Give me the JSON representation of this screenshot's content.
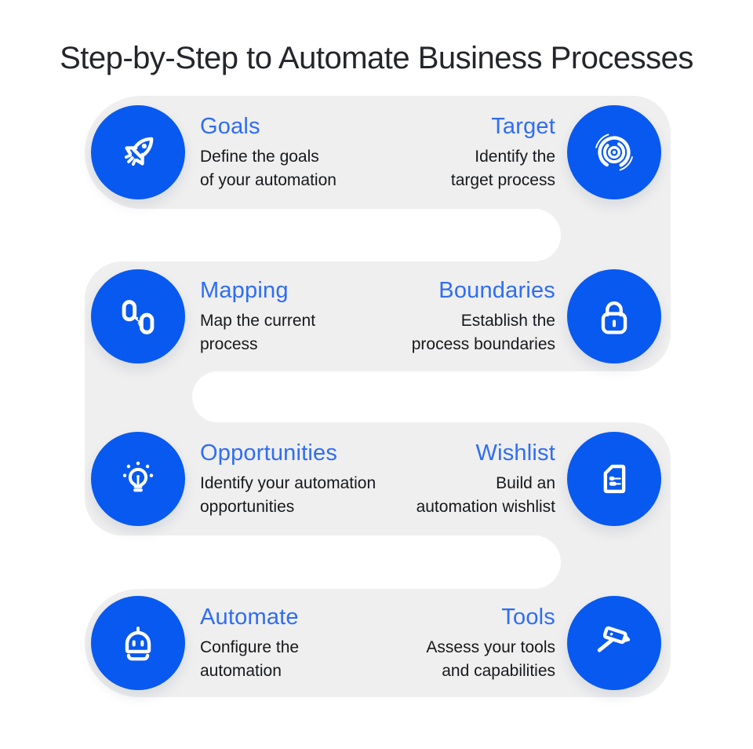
{
  "page": {
    "title": "Step-by-Step to Automate Business Processes"
  },
  "colors": {
    "badge_blue": "#0859EF",
    "step_title_blue": "#2F6DF2",
    "track_gray": "#EFEFEF",
    "body_text": "#17181B",
    "main_title_text": "#24262B"
  },
  "steps": [
    {
      "name": "Goals",
      "desc1": "Define the goals",
      "desc2": "of your automation",
      "icon": "rocket-icon"
    },
    {
      "name": "Target",
      "desc1": "Identify the",
      "desc2": "target process",
      "icon": "target-icon"
    },
    {
      "name": "Mapping",
      "desc1": "Map the current",
      "desc2": "process",
      "icon": "link-nodes-icon"
    },
    {
      "name": "Boundaries",
      "desc1": "Establish the",
      "desc2": "process boundaries",
      "icon": "padlock-icon"
    },
    {
      "name": "Opportunities",
      "desc1": "Identify your automation",
      "desc2": "opportunities",
      "icon": "lightbulb-icon"
    },
    {
      "name": "Wishlist",
      "desc1": "Build an",
      "desc2": "automation wishlist",
      "icon": "checklist-document-icon"
    },
    {
      "name": "Automate",
      "desc1": "Configure the",
      "desc2": "automation",
      "icon": "robot-icon"
    },
    {
      "name": "Tools",
      "desc1": "Assess your tools",
      "desc2": "and capabilities",
      "icon": "hammer-icon"
    }
  ]
}
